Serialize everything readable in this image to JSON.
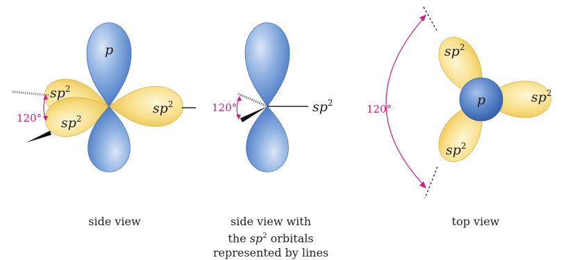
{
  "colors": {
    "p_orbital": "#5a86c8",
    "sp2_orbital": "#f2cf66",
    "angle_marker": "#d6197a"
  },
  "panel_side": {
    "p_label": "p",
    "sp2_label_base": "sp",
    "sp2_label_sup": "2",
    "angle": "120°",
    "caption": "side view"
  },
  "panel_lines": {
    "sp2_label_base": "sp",
    "sp2_label_sup": "2",
    "angle": "120°",
    "caption_line1": "side view with",
    "caption_line2_pre": "the ",
    "caption_line2_italic": "sp",
    "caption_line2_sup": "2",
    "caption_line2_post": " orbitals",
    "caption_line3": "represented by lines"
  },
  "panel_top": {
    "p_label": "p",
    "sp2_label_base": "sp",
    "sp2_label_sup": "2",
    "angle": "120°",
    "caption": "top view"
  }
}
